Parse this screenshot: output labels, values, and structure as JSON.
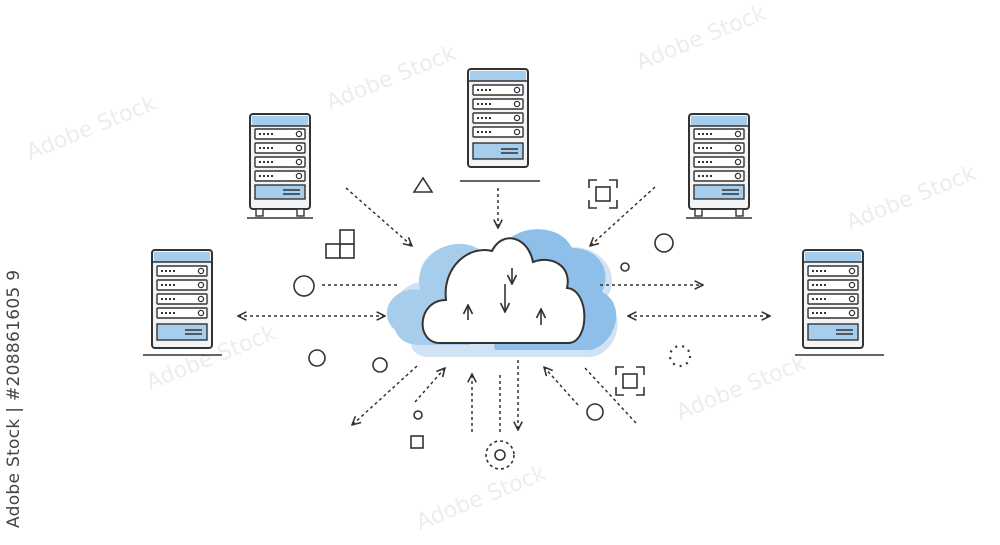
{
  "watermark": {
    "side_text": "Adobe Stock | #208861605 9",
    "repeated_text": "Adobe Stock"
  },
  "colors": {
    "line": "#333333",
    "accent_light": "#cfe3f5",
    "accent": "#a7cdec",
    "accent_mid": "#8dbfe8"
  },
  "illustration": {
    "center": "cloud",
    "servers": [
      "server",
      "server",
      "server",
      "server",
      "server"
    ]
  }
}
